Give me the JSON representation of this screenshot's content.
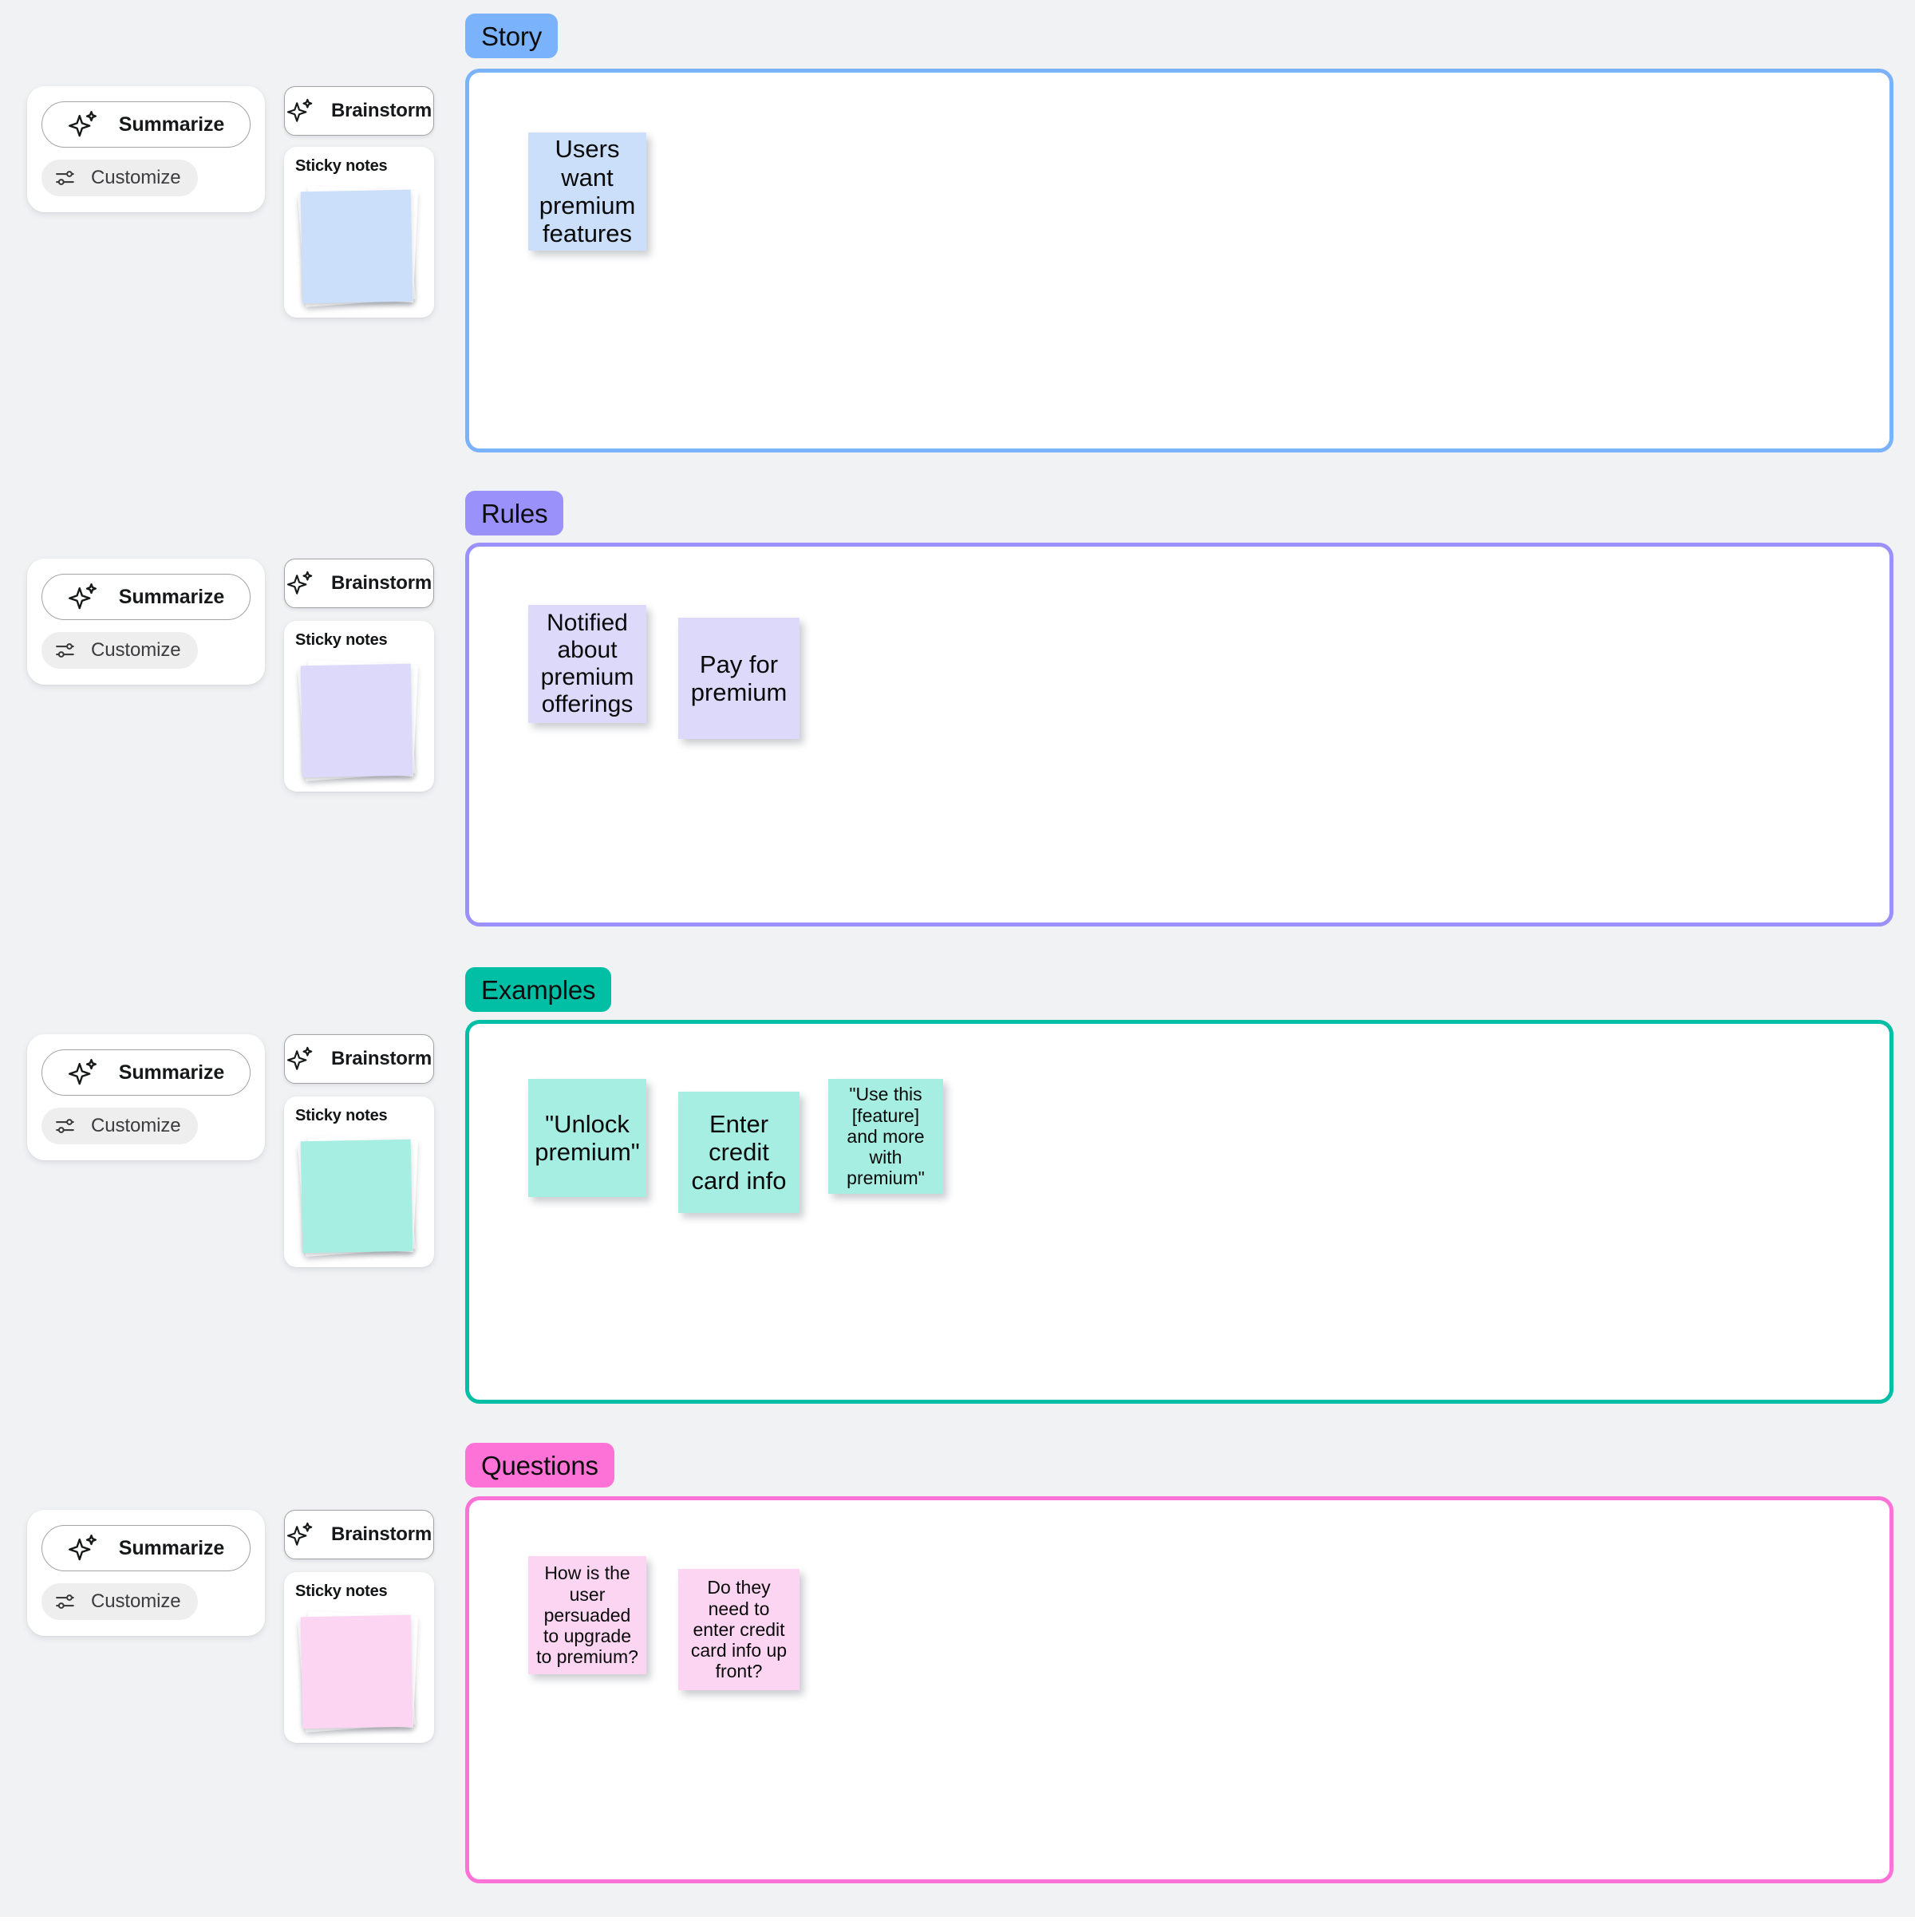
{
  "canvas": {
    "background": "#f1f2f4"
  },
  "controls": {
    "summarize_label": "Summarize",
    "customize_label": "Customize",
    "brainstorm_label": "Brainstorm",
    "sticky_notes_label": "Sticky notes"
  },
  "sections": [
    {
      "id": "story",
      "label": "Story",
      "chip_color": "#7ab2fb",
      "frame_border_color": "#7ab2fb",
      "note_color": "#cbdffa",
      "palette_color": "#cbdffa",
      "notes": [
        {
          "text": "Users want premium features",
          "size": "lg",
          "w": 148,
          "h": 148
        }
      ]
    },
    {
      "id": "rules",
      "label": "Rules",
      "chip_color": "#9b91fb",
      "frame_border_color": "#9b91fb",
      "note_color": "#ddd9fb",
      "palette_color": "#ddd9fb",
      "notes": [
        {
          "text": "Notified about premium offerings",
          "size": "md",
          "w": 148,
          "h": 148
        },
        {
          "text": "Pay for premium",
          "size": "lg",
          "w": 152,
          "h": 152
        }
      ]
    },
    {
      "id": "examples",
      "label": "Examples",
      "chip_color": "#00bfa5",
      "frame_border_color": "#00bfa5",
      "note_color": "#a6eee2",
      "palette_color": "#a6eee2",
      "notes": [
        {
          "text": "\"Unlock premium\"",
          "size": "lg",
          "w": 148,
          "h": 148
        },
        {
          "text": "Enter credit card info",
          "size": "lg",
          "w": 152,
          "h": 152
        },
        {
          "text": "\"Use this [feature] and more with premium\"",
          "size": "sm",
          "w": 144,
          "h": 144
        }
      ]
    },
    {
      "id": "questions",
      "label": "Questions",
      "chip_color": "#fd72d6",
      "frame_border_color": "#fd72d6",
      "note_color": "#fbd5f1",
      "palette_color": "#fbd5f1",
      "notes": [
        {
          "text": "How is the user persuaded to upgrade to premium?",
          "size": "sm",
          "w": 148,
          "h": 148
        },
        {
          "text": "Do they need to enter credit card info up front?",
          "size": "sm",
          "w": 152,
          "h": 152
        }
      ]
    }
  ],
  "icons": {
    "sparkle": "sparkle-icon",
    "sliders": "sliders-icon"
  }
}
